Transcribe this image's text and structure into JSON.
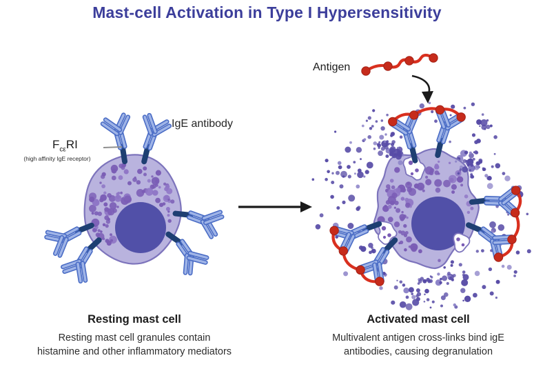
{
  "title": "Mast-cell Activation in Type I Hypersensitivity",
  "labels": {
    "ige_antibody": "IgE antibody",
    "receptor_f": "F",
    "receptor_sub": "cε",
    "receptor_ri": "RI",
    "receptor_full": "(high affinity IgE receptor)",
    "antigen": "Antigen"
  },
  "resting": {
    "heading": "Resting mast cell",
    "line1": "Resting mast cell granules contain",
    "line2": "histamine and other inflammatory mediators"
  },
  "activated": {
    "heading": "Activated mast cell",
    "line1": "Multivalent antigen cross-links bind igE",
    "line2": "antibodies, causing degranulation"
  },
  "colors": {
    "title_text": "#3c3e9b",
    "cell_body": "#b9b3de",
    "cell_outline": "#7d74bc",
    "granule": "#7a5cb5",
    "granule_alt": "#8f76c6",
    "nucleus": "#5150a8",
    "receptor": "#1e3f72",
    "antibody_outline": "#4a6cc5",
    "antibody_fill": "#9fb4e7",
    "antigen_red": "#d9301f",
    "antigen_dot": "#c62b1b",
    "released_granule": "#574ba6",
    "label_text": "#262626"
  }
}
